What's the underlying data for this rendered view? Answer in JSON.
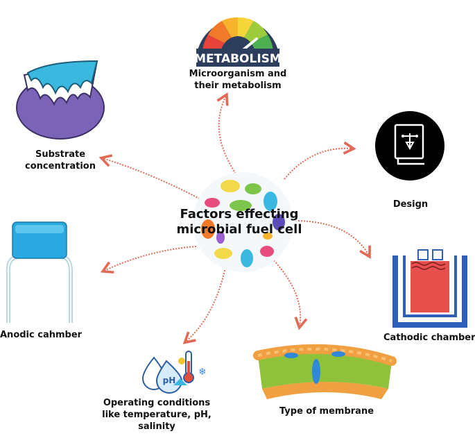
{
  "center": {
    "line1": "Factors effecting",
    "line2": "microbial fuel cell"
  },
  "factors": {
    "metabolism": {
      "icon_text": "METABOLISM",
      "line1": "Microorganism and",
      "line2": "their  metabolism"
    },
    "substrate": {
      "line1": "Substrate",
      "line2": "concentration"
    },
    "design": {
      "line1": "Design"
    },
    "anodic": {
      "line1": "Anodic cahmber"
    },
    "cathodic": {
      "line1": "Cathodic chamber"
    },
    "operating": {
      "icon_text": "pH",
      "line1": "Operating conditions",
      "line2": "like temperature, pH,",
      "line3": "salinity"
    },
    "membrane": {
      "line1": "Type of membrane"
    }
  },
  "colors": {
    "arrow": "#e06a55",
    "anode_blue": "#2aa8e0",
    "cathode_red": "#e8504d",
    "frame_blue": "#2f5fb8",
    "membrane_orange": "#f0a040",
    "membrane_green": "#8fc23a",
    "substrate_purple": "#7b64b8",
    "substrate_blue": "#3bb8e0"
  }
}
